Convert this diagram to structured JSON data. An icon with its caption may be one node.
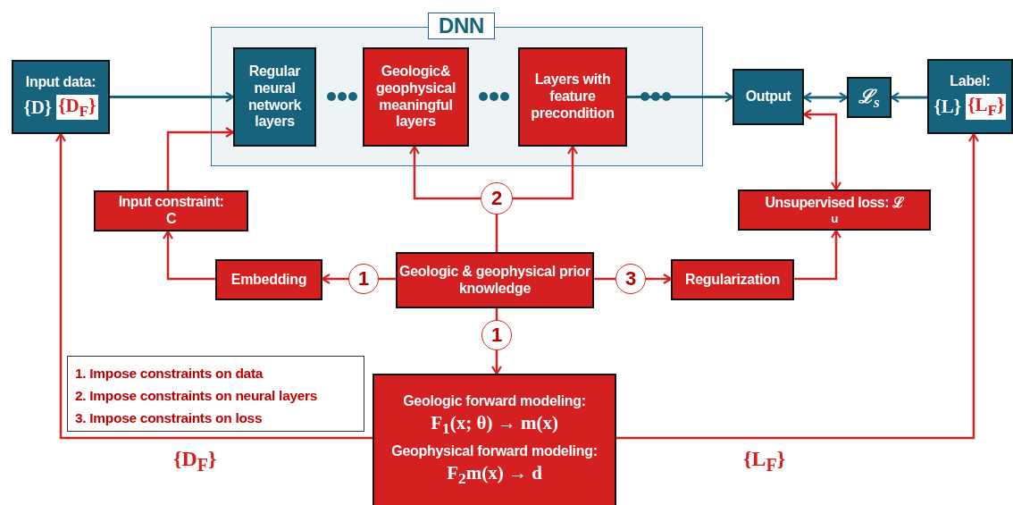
{
  "diagram": {
    "nodes": [
      {
        "text": [
          "DNN"
        ]
      },
      {
        "text": [
          "Input data:",
          "{D}",
          "{D$_{F}$}"
        ]
      },
      {
        "text": [
          "Regular neural network layers"
        ],
        "in": 0
      },
      {
        "text": [
          "Geologic& geophysical meaningful layers"
        ],
        "in": 0
      },
      {
        "text": [
          "Layers with feature precondition"
        ],
        "in": 0
      },
      {
        "text": [
          "Output"
        ]
      },
      {
        "text": [
          "ℒ$_{s}$"
        ]
      },
      {
        "text": [
          "Label:",
          "{L}",
          "{L$_{F}$}"
        ]
      },
      {
        "text": [
          "Input constraint: **C**"
        ]
      },
      {
        "text": [
          "Unsupervised loss: ℒ$_{u}$"
        ]
      },
      {
        "text": [
          "Embedding"
        ]
      },
      {
        "text": [
          "1"
        ]
      },
      {
        "text": [
          "Geologic & geophysical prior knowledge"
        ]
      },
      {
        "text": [
          "3"
        ]
      },
      {
        "text": [
          "Regularization"
        ]
      },
      {
        "text": [
          "2"
        ]
      },
      {
        "text": [
          "1"
        ]
      },
      {
        "text": [
          "Geologic forward modeling:",
          "F$_{1}$(x; θ) → m(x)",
          "Geophysical forward modeling:",
          "F$_{2}$m(x) → d"
        ]
      }
    ],
    "edges": [
      {
        "from": 1,
        "to": 2,
        "arrow": "to",
        "color": "#17637e"
      },
      {
        "from": 4,
        "to": 5,
        "arrow": "to",
        "color": "#17637e"
      },
      {
        "from": 5,
        "to": 6,
        "arrow": "both",
        "color": "#17637e"
      },
      {
        "from": 7,
        "to": 6,
        "arrow": "to",
        "color": "#17637e"
      },
      {
        "from": 8,
        "to": 2,
        "arrow": "to"
      },
      {
        "from": 10,
        "to": 8,
        "arrow": "to"
      },
      {
        "from": 11,
        "to": 10,
        "arrow": "to"
      },
      {
        "from": 12,
        "to": 11,
        "arrow": "none"
      },
      {
        "from": 12,
        "to": 15,
        "arrow": "none"
      },
      {
        "from": 15,
        "to": 3,
        "arrow": "to"
      },
      {
        "from": 15,
        "to": 4,
        "arrow": "to"
      },
      {
        "from": 12,
        "to": 13,
        "arrow": "none"
      },
      {
        "from": 13,
        "to": 14,
        "arrow": "to"
      },
      {
        "from": 14,
        "to": 9,
        "arrow": "to"
      },
      {
        "from": 9,
        "to": 5,
        "arrow": "both"
      },
      {
        "from": 12,
        "to": 16,
        "arrow": "none"
      },
      {
        "from": 16,
        "to": 17,
        "arrow": "to"
      },
      {
        "from": 17,
        "to": 1,
        "arrow": "to",
        "label": "{D$_{F}$}"
      },
      {
        "from": 17,
        "to": 7,
        "arrow": "to",
        "label": "{L$_{F}$}"
      }
    ],
    "labels": [
      "1. Impose constraints on data",
      "2. Impose constraints on neural layers",
      "3. Impose constraints on loss"
    ]
  }
}
